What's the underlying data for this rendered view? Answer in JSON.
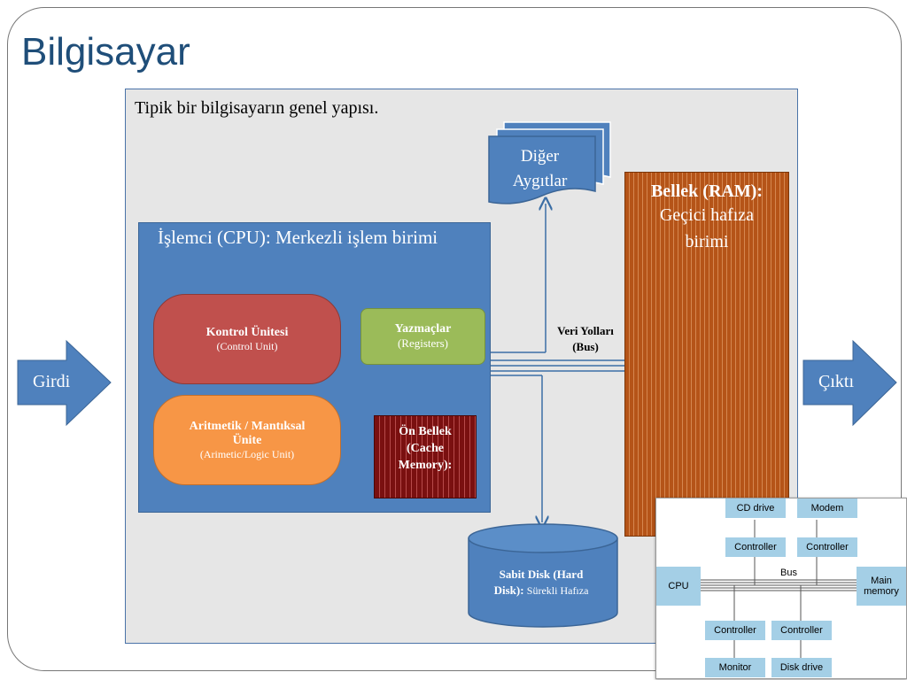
{
  "slide": {
    "title": "Bilgisayar",
    "caption": "Tipik bir bilgisayarın genel yapısı."
  },
  "cpu": {
    "title": "İşlemci (CPU): Merkezli işlem birimi",
    "control_unit": {
      "title": "Kontrol Ünitesi",
      "subtitle": "(Control Unit)"
    },
    "alu": {
      "title_line1": "Aritmetik / Mantıksal",
      "title_line2": "Ünite",
      "subtitle": "(Arimetic/Logic Unit)"
    },
    "registers": {
      "title": "Yazmaçlar",
      "subtitle": "(Registers)"
    },
    "cache": {
      "line1": "Ön Bellek",
      "line2": "(Cache",
      "line3": "Memory):"
    }
  },
  "ram": {
    "title": "Bellek (RAM):",
    "line1": "Geçici hafıza",
    "line2": "birimi"
  },
  "bus": {
    "line1": "Veri Yolları",
    "line2": "(Bus)"
  },
  "devices": {
    "line1": "Diğer",
    "line2": "Aygıtlar"
  },
  "disk": {
    "title_line1": "Sabit Disk (Hard",
    "title_line2": "Disk):",
    "subtitle": "Sürekli Hafıza"
  },
  "input_label": "Girdi",
  "output_label": "Çıktı",
  "inset": {
    "cd_drive": "CD drive",
    "modem": "Modem",
    "controller": "Controller",
    "cpu": "CPU",
    "bus": "Bus",
    "main_memory_line1": "Main",
    "main_memory_line2": "memory",
    "monitor": "Monitor",
    "disk_drive": "Disk drive"
  },
  "colors": {
    "title": "#1f4e79",
    "cpu": "#4f81bd",
    "control_unit": "#c0504d",
    "alu": "#f79646",
    "registers": "#9bbb59",
    "cache": "#7a1010",
    "ram": "#b55418",
    "inset_box": "#a4cfe6"
  }
}
